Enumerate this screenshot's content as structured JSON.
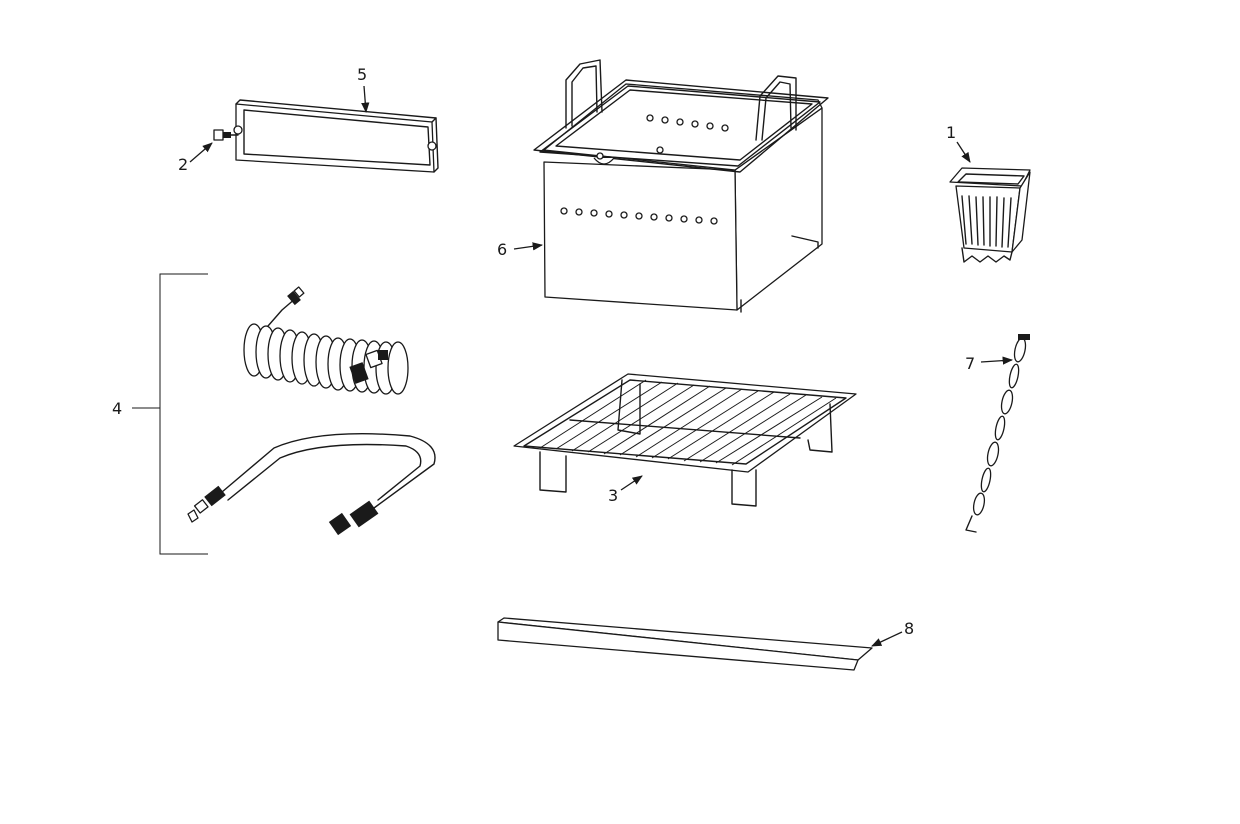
{
  "callouts": {
    "part_1": "1",
    "part_2": "2",
    "part_3": "3",
    "part_4": "4",
    "part_5": "5",
    "part_6": "6",
    "part_7": "7",
    "part_8": "8"
  },
  "colors": {
    "line": "#1a1a1a",
    "background": "#ffffff"
  }
}
